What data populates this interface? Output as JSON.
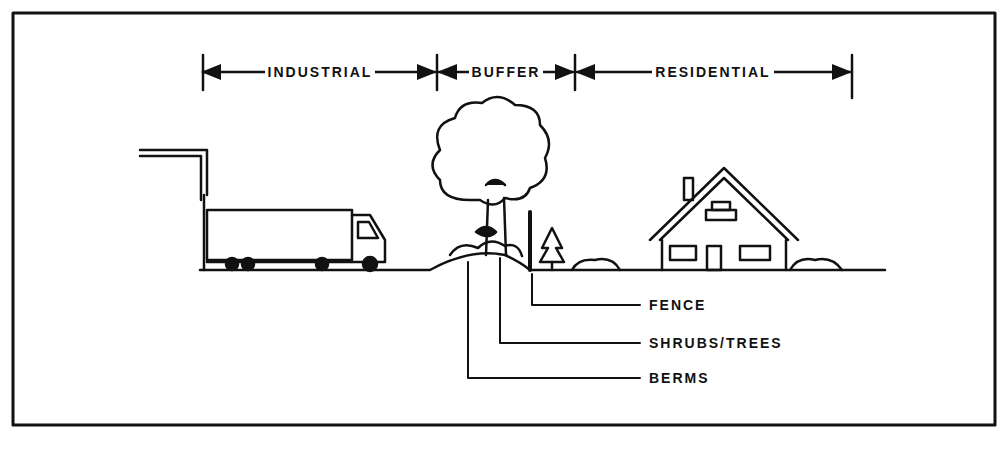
{
  "diagram": {
    "labels": [
      "INDUSTRIAL",
      "BUFFER",
      "RESIDENTIAL",
      "FENCE",
      "SHRUBS/TREES",
      "BERMS"
    ]
  }
}
